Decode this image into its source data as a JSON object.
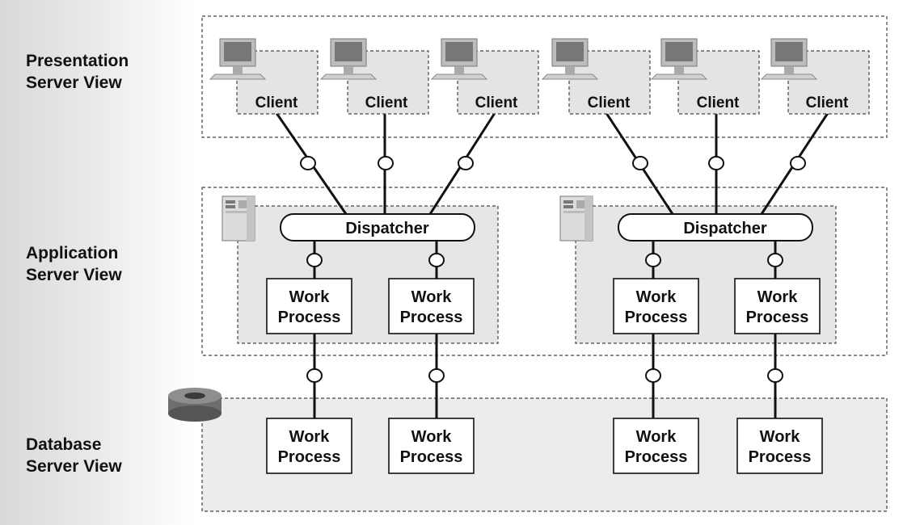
{
  "views": {
    "presentation": [
      "Presentation",
      "Server View"
    ],
    "application": [
      "Application",
      "Server View"
    ],
    "database": [
      "Database",
      "Server View"
    ]
  },
  "clients": [
    "Client",
    "Client",
    "Client",
    "Client",
    "Client",
    "Client"
  ],
  "dispatchers": [
    "Dispatcher",
    "Dispatcher"
  ],
  "work_process": [
    "Work",
    "Process"
  ],
  "icons": {
    "client": "desktop-computer-icon",
    "app_server": "server-tower-icon",
    "database": "database-cylinder-icon"
  }
}
